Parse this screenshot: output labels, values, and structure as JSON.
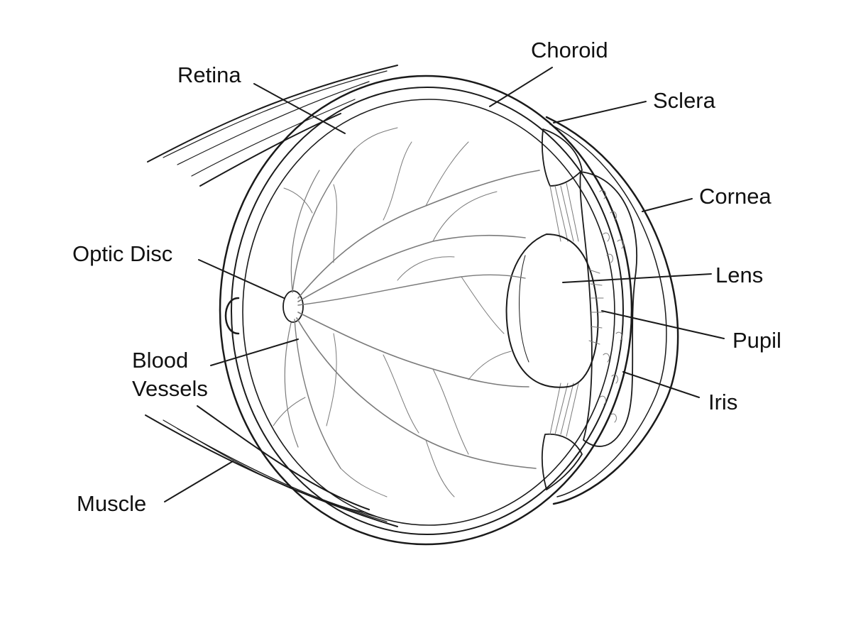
{
  "labels": {
    "retina": "Retina",
    "choroid": "Choroid",
    "sclera": "Sclera",
    "cornea": "Cornea",
    "optic_disc": "Optic Disc",
    "lens": "Lens",
    "pupil": "Pupil",
    "blood_vessels_line1": "Blood",
    "blood_vessels_line2": "Vessels",
    "iris": "Iris",
    "muscle": "Muscle"
  },
  "colors": {
    "ink": "#1a1a1a",
    "vessel": "#7a7a7a",
    "background": "#ffffff"
  }
}
